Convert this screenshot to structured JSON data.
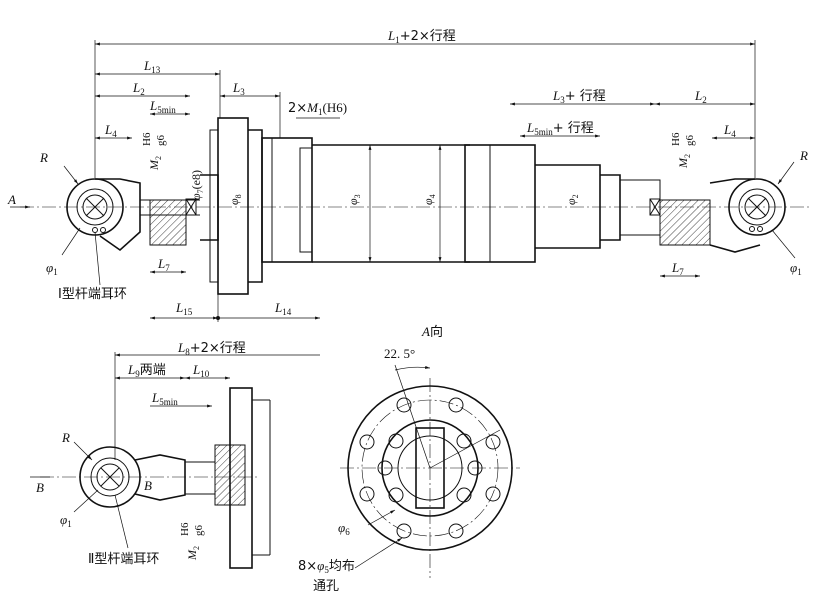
{
  "labels": {
    "total_length": "L",
    "total_length_sub": "1",
    "total_length_rest": "+2×行程",
    "L13": "L",
    "L13_sub": "13",
    "L2": "L",
    "L2_sub": "2",
    "L3": "L",
    "L3_sub": "3",
    "L5min": "L",
    "L5min_sub": "5min",
    "L4": "L",
    "L4_sub": "4",
    "thread_pair": "2×",
    "thread_M": "M",
    "thread_sub": "1",
    "thread_fit": "(H6)",
    "fit_num": "H6",
    "fit_den": "g6",
    "M2": "M",
    "M2_sub": "2",
    "phi_e8": "φ",
    "phi_e8_sub": "7",
    "phi_e8_rest": "(e8)",
    "phi8": "φ",
    "phi8_sub": "8",
    "phi3": "φ",
    "phi3_sub": "3",
    "phi4": "φ",
    "phi4_sub": "4",
    "phi2": "φ",
    "phi2_sub": "2",
    "phi1": "φ",
    "phi1_sub": "1",
    "R": "R",
    "A": "A",
    "B": "B",
    "L7": "L",
    "L7_sub": "7",
    "L15": "L",
    "L15_sub": "15",
    "L14": "L",
    "L14_sub": "14",
    "L3_stroke": "+ 行程",
    "L5min_stroke": "+ 行程",
    "L8": "L",
    "L8_sub": "8",
    "L8_rest": "+2×行程",
    "L9": "L",
    "L9_sub": "9",
    "L9_rest": "两端",
    "L10": "L",
    "L10_sub": "10",
    "angle": "22. 5°",
    "view_a": "A",
    "view_a_rest": "向",
    "phi6": "φ",
    "phi6_sub": "6",
    "holes_prefix": "8×",
    "holes_phi": "φ",
    "holes_sub": "5",
    "holes_rest": "均布",
    "holes_line2": "通孔",
    "type1_caption": "Ⅰ型杆端耳环",
    "type2_caption": "Ⅱ型杆端耳环"
  }
}
